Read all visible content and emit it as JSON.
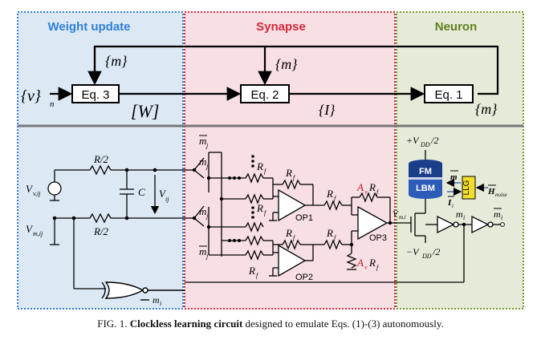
{
  "sections": {
    "weight_update": "Weight update",
    "synapse": "Synapse",
    "neuron": "Neuron"
  },
  "colors": {
    "weight_bg": "#dce9f5",
    "weight_border": "#2f7fd6",
    "synapse_bg": "#f7dfe4",
    "synapse_border": "#d4283c",
    "neuron_bg": "#e6ebd9",
    "neuron_border": "#7a9a2e",
    "divider": "#777777",
    "magnet_fm": "#1b3e8a",
    "magnet_lbm": "#2d5cb8",
    "llg_fill": "#f2de2a",
    "gain_red": "#c0192b"
  },
  "equations": {
    "eq3": "Eq. 3",
    "eq2": "Eq. 2",
    "eq1": "Eq. 1"
  },
  "signals": {
    "v_in": "{v}",
    "v_sub": "n",
    "m_top_left": "{m}",
    "m_top_mid": "{m}",
    "m_right": "{m}",
    "W": "[W]",
    "I": "{I}"
  },
  "circuit": {
    "R_half_top": "R/2",
    "R_half_bottom": "R/2",
    "C": "C",
    "V_ij": "V",
    "V_ij_sub": "ij",
    "V_vij": "V",
    "V_vij_sub": "v,ij",
    "V_mij": "V",
    "V_mij_sub": "m,ij",
    "m_j_1": "m",
    "m_j_1_sub": "j",
    "m_j_2": "m",
    "m_j_2_sub": "j",
    "m_j_3": "m",
    "m_j_3_sub": "j",
    "m_j_4": "m",
    "m_j_4_sub": "j",
    "Rf": "R",
    "Rf_sub": "f",
    "Av": "A",
    "Av_sub": "v",
    "op1": "OP1",
    "op2": "OP2",
    "op3": "OP3",
    "vdd_pos": "+V",
    "vdd_pos_sub": "DD",
    "vdd_pos_tail": "/2",
    "vdd_neg": "−V",
    "vdd_neg_sub": "DD",
    "vdd_neg_tail": "/2",
    "V_mi": "V",
    "V_mi_sub": "m,i",
    "fm": "FM",
    "lbm": "LBM",
    "llg": "LLG",
    "m_vec": "m",
    "H_noise": "H",
    "H_noise_sub": "noise",
    "I_vec": "I",
    "I_vec_sub": "i",
    "m_i": "m",
    "m_i_sub": "i",
    "m_i_bar": "m",
    "m_i_bar_sub": "i",
    "m_i_xor": "m",
    "m_i_xor_sub": "i"
  },
  "caption": {
    "fig": "FIG. 1.",
    "bold": "Clockless learning circuit",
    "rest": "designed to emulate Eqs. (1)-(3) autonomously."
  }
}
